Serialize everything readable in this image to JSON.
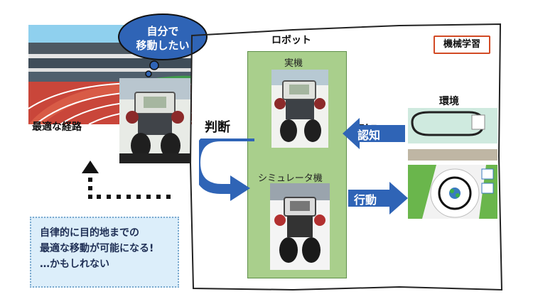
{
  "speech_bubble": {
    "line1": "自分で",
    "line2": "移動したい"
  },
  "labels": {
    "optimal_route": "最適な経路",
    "robot": "ロボット",
    "real_machine": "実機",
    "simulator_machine": "シミュレータ機",
    "judgment": "判断",
    "recognition": "認知",
    "action": "行動",
    "environment": "環境",
    "machine_learning": "機械学習"
  },
  "note": {
    "line1": "自律的に目的地までの",
    "line2": "最適な移動が可能になる!",
    "line3": "…かもしれない"
  },
  "colors": {
    "robot_panel": "#a9cf8c",
    "arrow_blue": "#2f64b6",
    "bubble_blue": "#2f64b6",
    "tag_border": "#d24a25",
    "note_bg": "#dceefa"
  }
}
